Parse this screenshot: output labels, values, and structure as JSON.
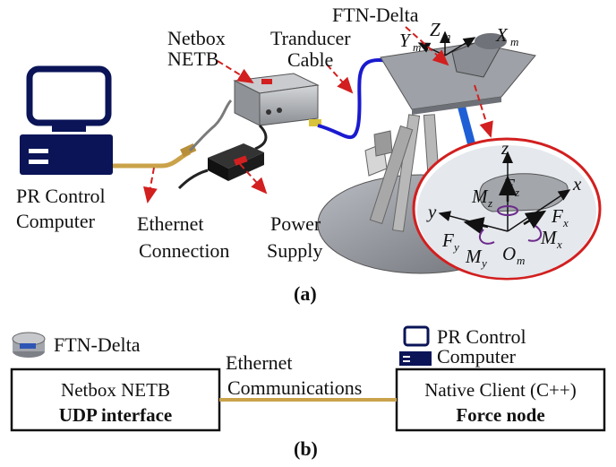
{
  "part_a": {
    "caption": "(a)",
    "labels": {
      "ftn_delta": "FTN-Delta",
      "netbox_line1": "Netbox",
      "netbox_line2": "NETB",
      "transducer_line1": "Tranducer",
      "transducer_line2": "Cable",
      "pr_line1": "PR Control",
      "pr_line2": "Computer",
      "ethernet_line1": "Ethernet",
      "ethernet_line2": "Connection",
      "power_line1": "Power",
      "power_line2": "Supply"
    },
    "axes_top": {
      "y": "Y",
      "y_sub": "m",
      "z": "Z",
      "z_sub": "m",
      "x": "X",
      "x_sub": "m"
    },
    "inset": {
      "z": "z",
      "x": "x",
      "y": "y",
      "Fz": "F",
      "Fz_sub": "z",
      "Mz": "M",
      "Mz_sub": "z",
      "Fx": "F",
      "Fx_sub": "x",
      "Fy": "F",
      "Fy_sub": "y",
      "Mx": "M",
      "Mx_sub": "x",
      "My": "M",
      "My_sub": "y",
      "O": "O",
      "O_sub": "m"
    }
  },
  "part_b": {
    "caption": "(b)",
    "ftn_label": "FTN-Delta",
    "pr_line1": "PR Control",
    "pr_line2": "Computer",
    "link_line1": "Ethernet",
    "link_line2": "Communications",
    "left_box": {
      "line1": "Netbox NETB",
      "line2": "UDP interface"
    },
    "right_box": {
      "line1": "Native Client (C++)",
      "line2": "Force node"
    }
  },
  "colors": {
    "cable_yellow": "#c9a24a",
    "cable_blue": "#1a1ad0",
    "arrow_red": "#d21f1f",
    "inset_ring": "#d21f1f",
    "plate_gray": "#8a8d93",
    "computer_navy": "#0a1457"
  }
}
